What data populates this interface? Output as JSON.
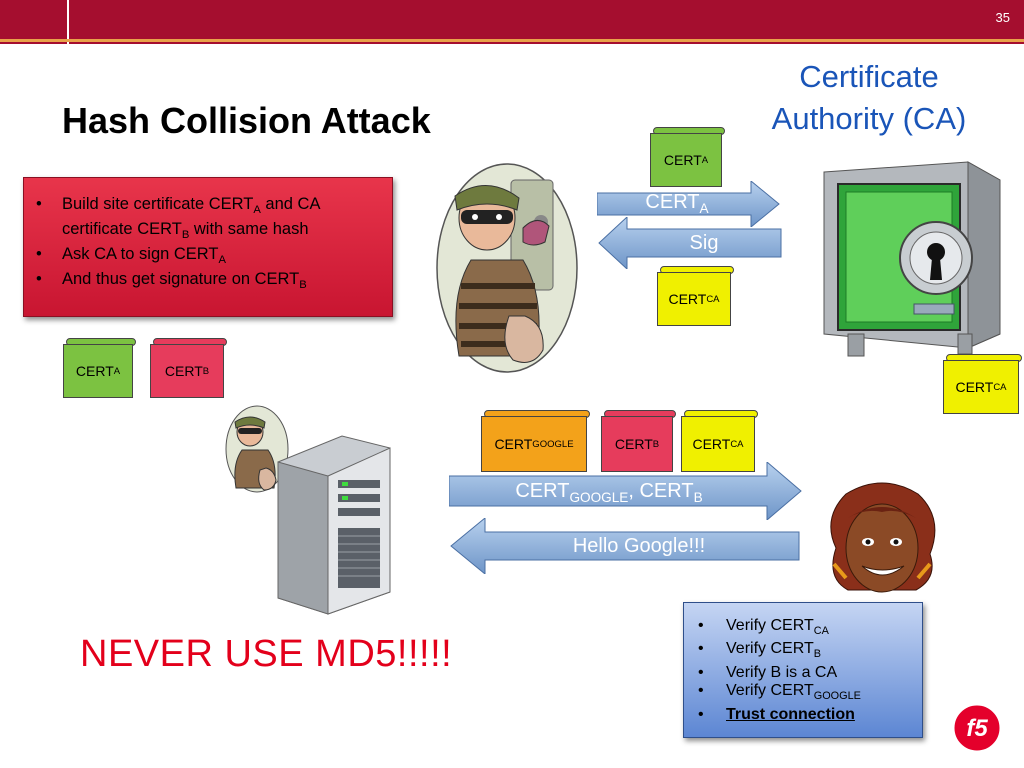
{
  "header": {
    "slide_number": "35"
  },
  "title": "Hash Collision Attack",
  "ca_title": {
    "line1": "Certificate",
    "line2": "Authority (CA)"
  },
  "info_box": {
    "items": [
      {
        "text": "Build site certificate CERT",
        "sub": "A",
        "rest": " and CA certificate CERT",
        "sub2": "B",
        "rest2": " with same hash"
      },
      {
        "text": "Ask CA to sign CERT",
        "sub": "A"
      },
      {
        "text": "And thus get signature on CERT",
        "sub": "B"
      }
    ]
  },
  "scrolls": {
    "cert_a_top": {
      "main": "CERT",
      "sub": "A"
    },
    "cert_ca_mid": {
      "main": "CERT",
      "sub": "CA"
    },
    "cert_ca_right": {
      "main": "CERT",
      "sub": "CA"
    },
    "cert_a_left": {
      "main": "CERT",
      "sub": "A"
    },
    "cert_b_left": {
      "main": "CERT",
      "sub": "B"
    },
    "cert_google": {
      "main": "CERT",
      "sub": "GOOGLE"
    },
    "cert_b_row": {
      "main": "CERT",
      "sub": "B"
    },
    "cert_ca_row": {
      "main": "CERT",
      "sub": "CA"
    }
  },
  "arrows": {
    "to_ca": {
      "main": "CERT",
      "sub": "A"
    },
    "from_ca": {
      "label": "Sig"
    },
    "to_client": {
      "main1": "CERT",
      "sub1": "GOOGLE",
      "sep": ", CERT",
      "sub2": "B"
    },
    "from_client": {
      "label": "Hello Google!!!"
    }
  },
  "verify_box": {
    "items": [
      {
        "text": "Verify CERT",
        "sub": "CA"
      },
      {
        "text": "Verify CERT",
        "sub": "B"
      },
      {
        "text": "Verify B is a CA",
        "sub": ""
      },
      {
        "text": "Verify CERT",
        "sub": "GOOGLE"
      },
      {
        "text": "Trust connection",
        "sub": ""
      }
    ]
  },
  "warning": "NEVER USE MD5!!!!!",
  "logo": {
    "text": "f5"
  },
  "colors": {
    "brand_red": "#a50e2f",
    "accent_gold": "#e8a24a",
    "ca_blue": "#1a55b8",
    "warning_red": "#e3001b"
  },
  "icons": [
    "thief-icon",
    "safe-icon",
    "server-icon",
    "woman-icon",
    "f5-logo-icon"
  ]
}
